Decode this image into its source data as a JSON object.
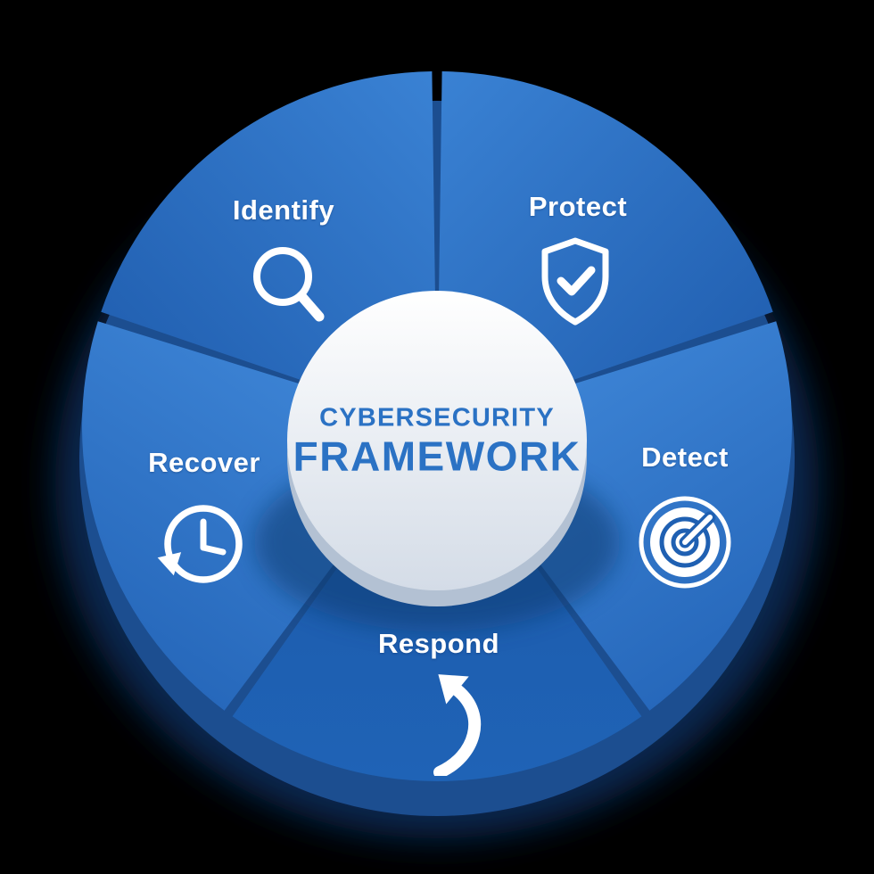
{
  "diagram": {
    "center": {
      "title_line1": "CYBERSECURITY",
      "title_line2": "FRAMEWORK"
    },
    "segments": [
      {
        "label": "Identify",
        "icon": "magnifier-search-icon",
        "position": "top-left"
      },
      {
        "label": "Protect",
        "icon": "shield-check-icon",
        "position": "top-right"
      },
      {
        "label": "Detect",
        "icon": "radar-icon",
        "position": "right"
      },
      {
        "label": "Respond",
        "icon": "curved-arrow-icon",
        "position": "bottom"
      },
      {
        "label": "Recover",
        "icon": "clock-history-icon",
        "position": "left"
      }
    ],
    "colors": {
      "background": "#000000",
      "segment_light": "#3a82d4",
      "segment_dark": "#1e5bac",
      "segment_bright": "#4189da",
      "wheel_side": "#1c4e90",
      "center_disc_top": "#ffffff",
      "center_disc_bottom": "#d4dce7",
      "center_text": "#2b72c4",
      "label_text": "#ffffff"
    }
  }
}
